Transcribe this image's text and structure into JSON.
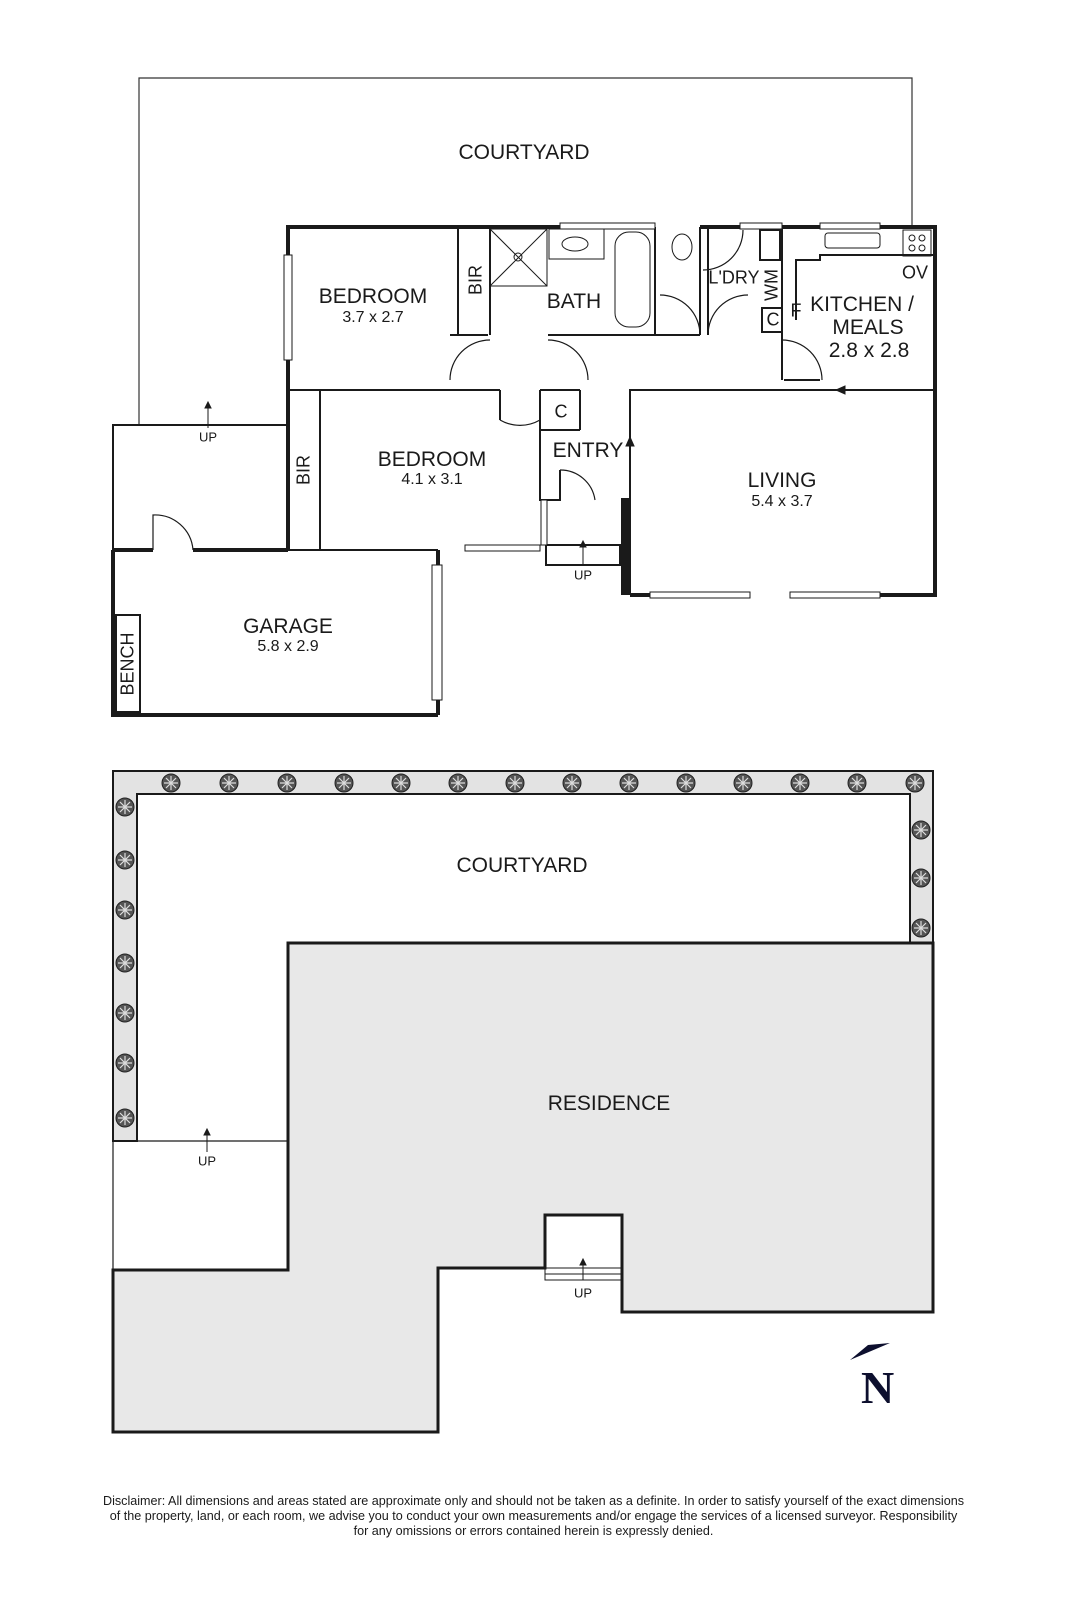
{
  "floor_plan": {
    "rooms": {
      "courtyard_top": {
        "name": "COURTYARD"
      },
      "bedroom_1": {
        "name": "BEDROOM",
        "dims": "3.7 x 2.7"
      },
      "bir_1": {
        "name": "BIR"
      },
      "bath": {
        "name": "BATH"
      },
      "laundry": {
        "name": "L'DRY"
      },
      "wm": {
        "name": "WM"
      },
      "cupboard_laundry": {
        "name": "C"
      },
      "fridge": {
        "name": "F"
      },
      "oven": {
        "name": "OV"
      },
      "kitchen": {
        "name": "KITCHEN /",
        "name2": "MEALS",
        "dims": "2.8 x 2.8"
      },
      "bedroom_2": {
        "name": "BEDROOM",
        "dims": "4.1 x 3.1"
      },
      "bir_2": {
        "name": "BIR"
      },
      "entry": {
        "name": "ENTRY"
      },
      "cupboard_entry": {
        "name": "C"
      },
      "living": {
        "name": "LIVING",
        "dims": "5.4 x 3.7"
      },
      "garage": {
        "name": "GARAGE",
        "dims": "5.8 x 2.9"
      },
      "bench": {
        "name": "BENCH"
      }
    },
    "stairs": {
      "up_side": "UP",
      "up_entry": "UP"
    }
  },
  "site_plan": {
    "courtyard": "COURTYARD",
    "residence": "RESIDENCE",
    "up_side": "UP",
    "up_entry": "UP"
  },
  "compass": {
    "label": "N"
  },
  "colors": {
    "wall": "#1a1a1a",
    "residence_fill": "#e8e8e8",
    "hedge_fill": "#e3e3e3",
    "compass": "#0d0f2e"
  },
  "disclaimer": {
    "line1": "Disclaimer: All dimensions and areas stated are approximate only and should not be taken as a definite. In order to satisfy yourself of the exact dimensions",
    "line2": "of the property, land, or each room, we advise you to conduct your own measurements and/or engage the services of a licensed surveyor. Responsibility",
    "line3": "for any omissions or errors contained herein is expressly denied."
  }
}
